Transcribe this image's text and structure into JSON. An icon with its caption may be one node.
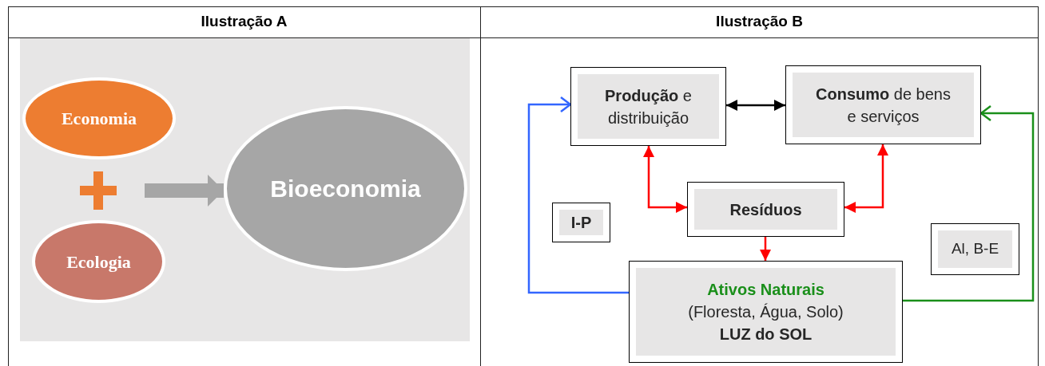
{
  "diagram": {
    "nodes": [
      {
        "text": [
          "Economia"
        ]
      },
      {
        "text": [
          "Ecologia"
        ]
      },
      {
        "text": [
          "Bioeconomia"
        ]
      },
      {
        "text": [
          "**Produção** e distribuição"
        ]
      },
      {
        "text": [
          "**Consumo** de bens e serviços"
        ]
      },
      {
        "text": [
          "Resíduos"
        ]
      },
      {
        "text": [
          "I-P"
        ]
      },
      {
        "text": [
          "Ativos Naturais",
          "(Floresta, Água, Solo)",
          "LUZ do SOL"
        ]
      },
      {
        "text": [
          "Al, B-E"
        ]
      }
    ],
    "edges": [
      {
        "from": null,
        "to": 2,
        "arrow": "to",
        "style": "thick",
        "color": "#a6a6a6"
      },
      {
        "from": 3,
        "to": 4,
        "arrow": "both",
        "color": "#000000"
      },
      {
        "from": 3,
        "to": 5,
        "arrow": "both"
      },
      {
        "from": 4,
        "to": 5,
        "arrow": "both"
      },
      {
        "from": 5,
        "to": 7,
        "arrow": "to"
      },
      {
        "from": 7,
        "to": 3,
        "arrow": "to",
        "color": "#3366ff"
      },
      {
        "from": 7,
        "to": 4,
        "arrow": "to",
        "color": "#1a8f1a"
      }
    ],
    "labels": [
      "Ilustração A",
      "Ilustração B"
    ]
  }
}
